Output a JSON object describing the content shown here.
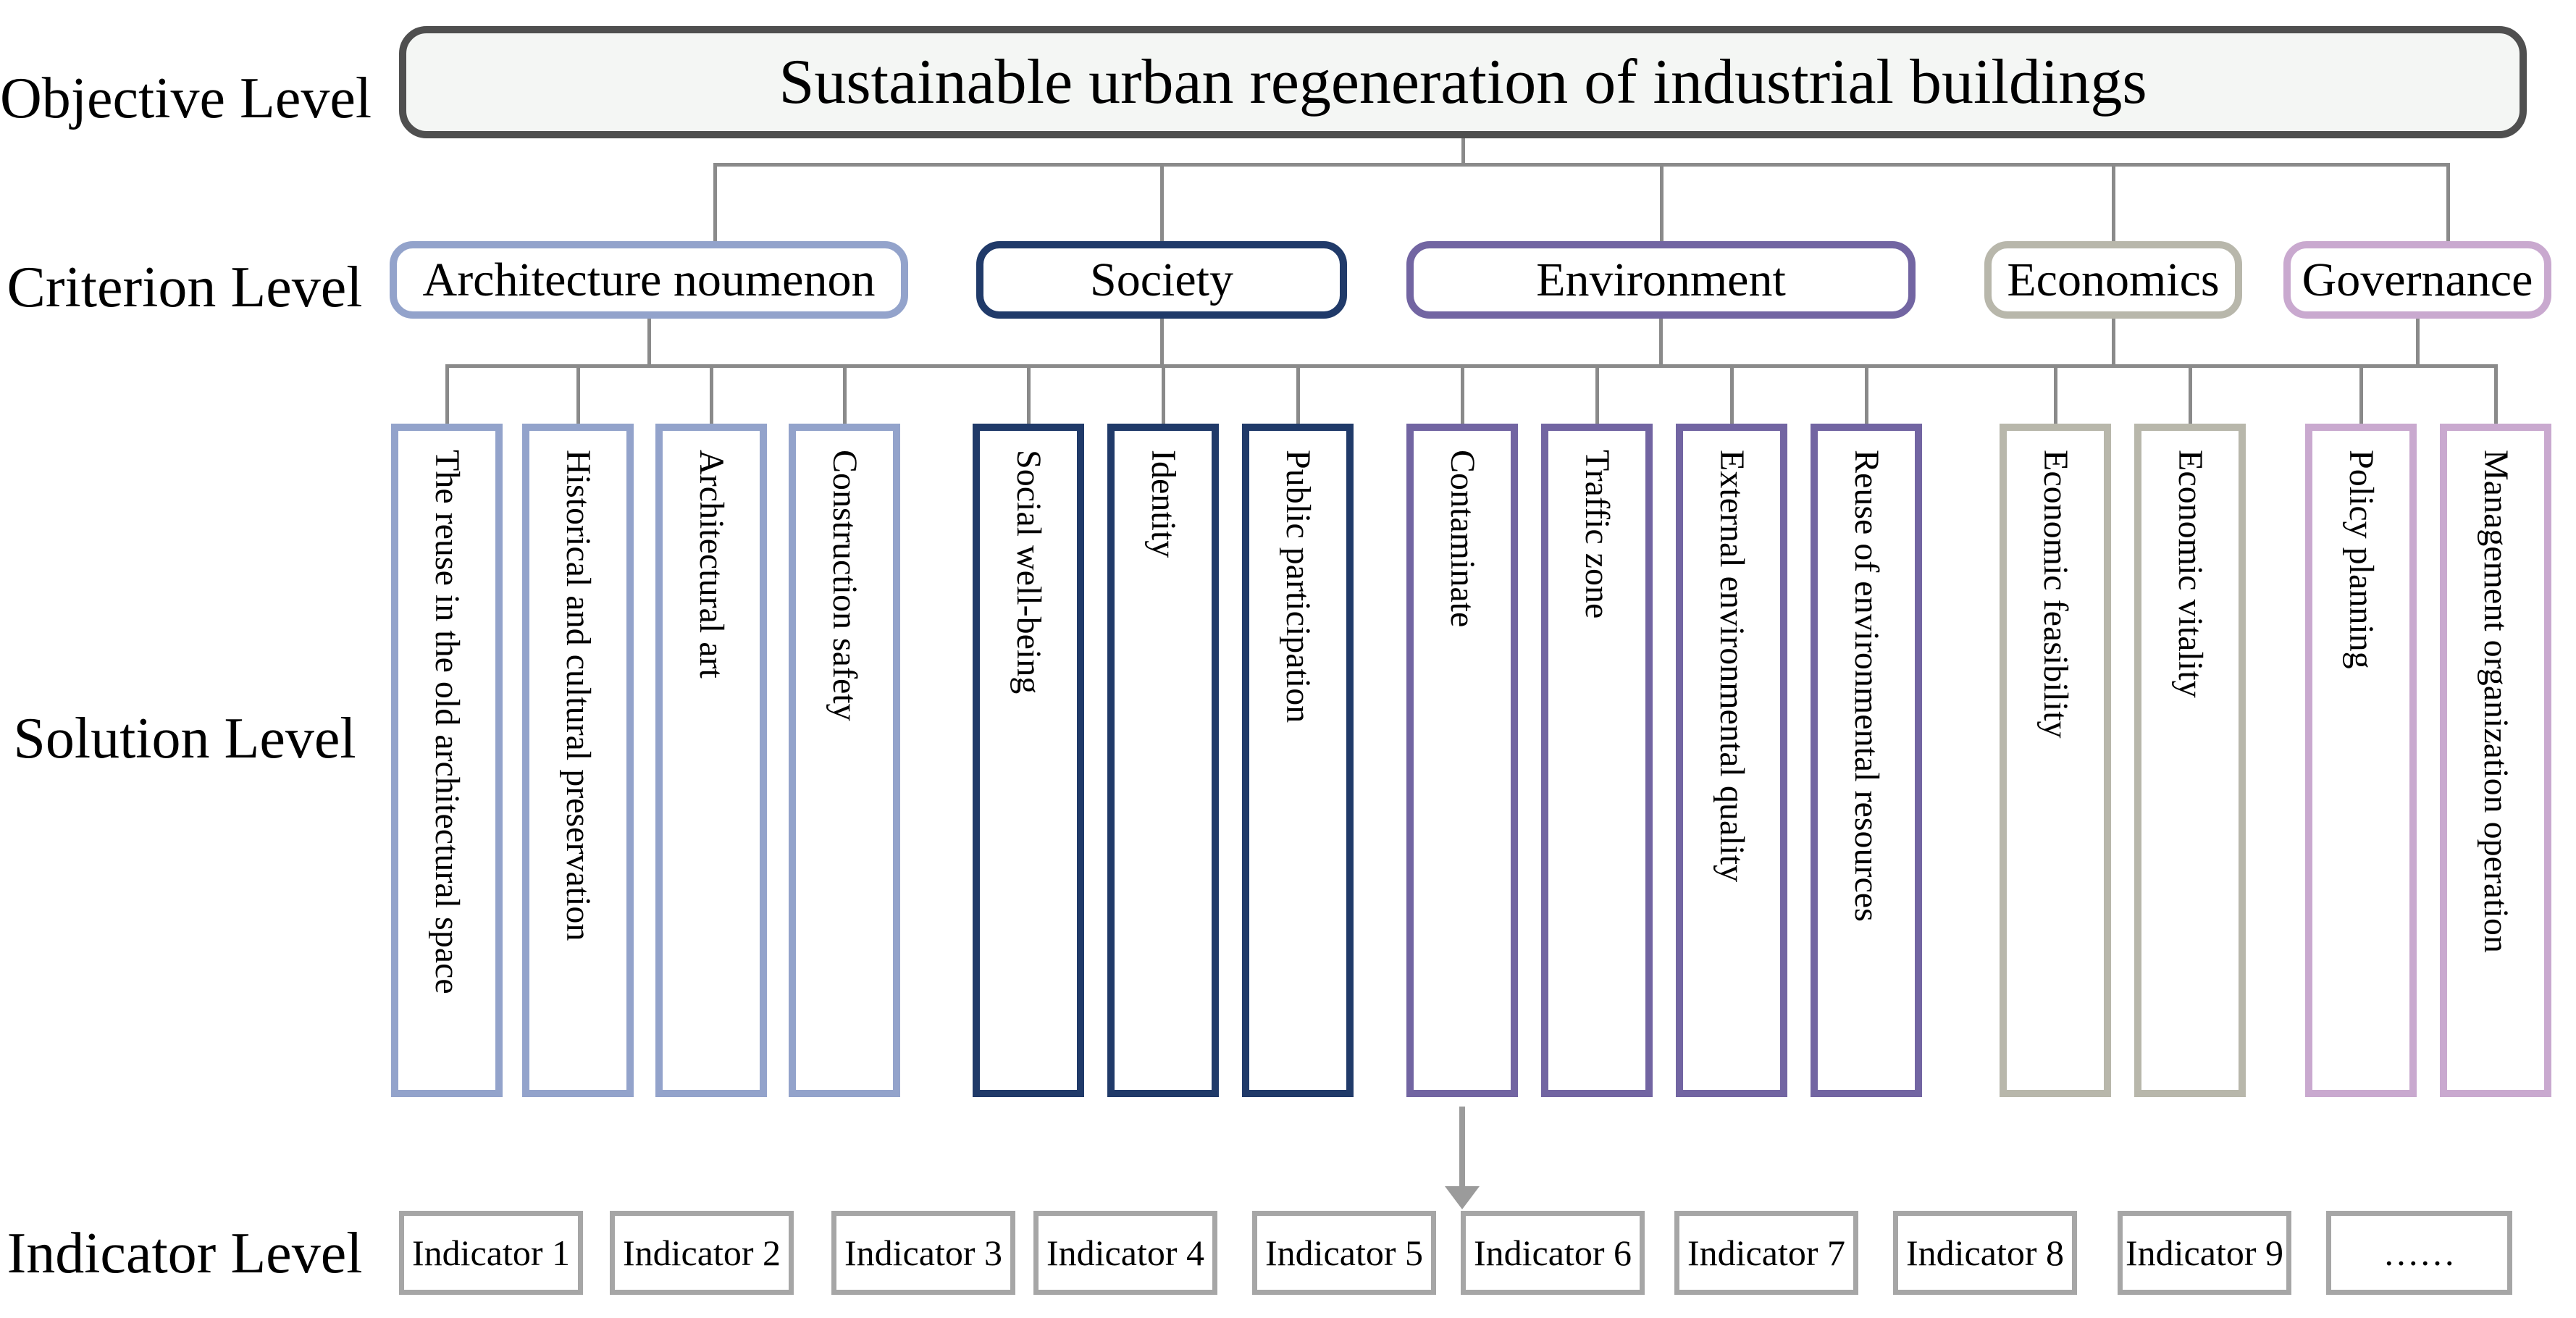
{
  "page_background": "#ffffff",
  "levels": {
    "objective": "Objective Level",
    "criterion": "Criterion Level",
    "solution": "Solution Level",
    "indicator": "Indicator Level"
  },
  "objective": {
    "title": "Sustainable urban regeneration of industrial buildings",
    "border_color": "#4f4f4f",
    "fill_color": "#f4f6f4"
  },
  "connector_color": "#8a8a8a",
  "arrow_color": "#9b9b9b",
  "indicator_border_color": "#a6a6a6",
  "groups": [
    {
      "label": "Architecture noumenon",
      "color": "#93a3cb",
      "solutions": [
        "The reuse in the old architectural space",
        "Historical and cultural preservation",
        "Architectural art",
        "Construction safety"
      ]
    },
    {
      "label": "Society",
      "color": "#203a69",
      "solutions": [
        "Social well-being",
        "Identity",
        "Public participation"
      ]
    },
    {
      "label": "Environment",
      "color": "#7265a2",
      "solutions": [
        "Contaminate",
        "Traffic zone",
        "External environmental quality",
        "Reuse of environmental resources"
      ]
    },
    {
      "label": "Economics",
      "color": "#b8b7ab",
      "solutions": [
        "Economic feasibility",
        "Economic vitality"
      ]
    },
    {
      "label": "Governance",
      "color": "#c9a9cf",
      "solutions": [
        "Policy planning",
        "Management organization operation"
      ]
    }
  ],
  "indicators": [
    "Indicator 1",
    "Indicator 2",
    "Indicator 3",
    "Indicator 4",
    "Indicator 5",
    "Indicator 6",
    "Indicator 7",
    "Indicator 8",
    "Indicator 9",
    "……"
  ]
}
